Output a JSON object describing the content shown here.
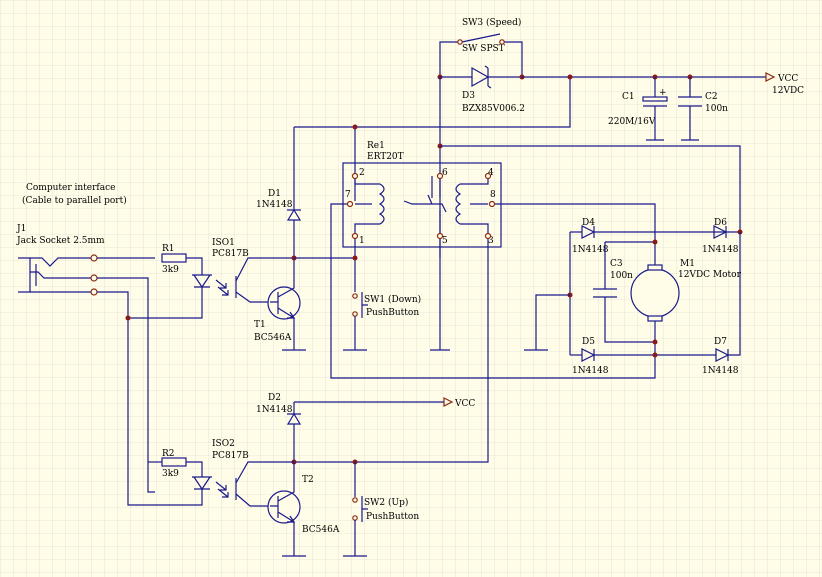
{
  "colors": {
    "background": "#fffde8",
    "grid": "#c9c9c9",
    "wire": "#1a1a8a",
    "junction": "#8a1a1a",
    "power": "#8a2a10"
  },
  "labels": {
    "computer_interface": "Computer interface",
    "cable_note": "(Cable to parallel port)",
    "j1_ref": "J1",
    "j1_value": "Jack Socket 2.5mm",
    "r1_ref": "R1",
    "r1_value": "3k9",
    "r2_ref": "R2",
    "r2_value": "3k9",
    "iso1_ref": "ISO1",
    "iso1_value": "PC817B",
    "iso2_ref": "ISO2",
    "iso2_value": "PC817B",
    "t1_ref": "T1",
    "t1_value": "BC546A",
    "t2_ref": "T2",
    "t2_value": "BC546A",
    "d1_ref": "D1",
    "d1_value": "1N4148",
    "d2_ref": "D2",
    "d2_value": "1N4148",
    "d3_ref": "D3",
    "d3_value": "BZX85V006.2",
    "d4_ref": "D4",
    "d4_value": "1N4148",
    "d5_ref": "D5",
    "d5_value": "1N4148",
    "d6_ref": "D6",
    "d6_value": "1N4148",
    "d7_ref": "D7",
    "d7_value": "1N4148",
    "sw1_ref": "SW1 (Down)",
    "sw1_value": "PushButton",
    "sw2_ref": "SW2 (Up)",
    "sw2_value": "PushButton",
    "sw3_ref": "SW3 (Speed)",
    "sw3_value": "SW SPST",
    "re1_ref": "Re1",
    "re1_value": "ERT20T",
    "relay_pins": [
      "1",
      "2",
      "3",
      "4",
      "5",
      "6",
      "7",
      "8"
    ],
    "c1_ref": "C1",
    "c1_value": "220M/16V",
    "c1_polarity": "+",
    "c2_ref": "C2",
    "c2_value": "100n",
    "c3_ref": "C3",
    "c3_value": "100n",
    "m1_ref": "M1",
    "m1_value": "12VDC Motor",
    "vcc_top": "VCC",
    "vcc_top_value": "12VDC",
    "vcc_mid": "VCC"
  }
}
